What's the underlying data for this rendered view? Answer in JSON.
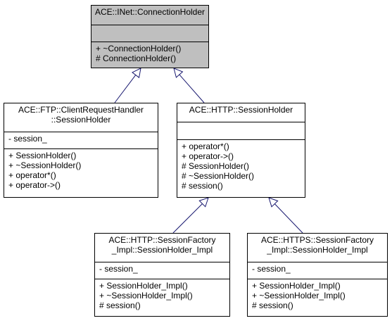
{
  "diagram": {
    "colors": {
      "edge": "#191970",
      "border": "#000000",
      "highlight_fill": "#bfbfbf",
      "box_fill": "#ffffff"
    },
    "classes": {
      "root": {
        "title": [
          "ACE::INet::ConnectionHolder"
        ],
        "attributes": [],
        "methods": [
          "+ ~ConnectionHolder()",
          "# ConnectionHolder()"
        ]
      },
      "ftp_holder": {
        "title": [
          "ACE::FTP::ClientRequestHandler",
          "::SessionHolder"
        ],
        "attributes": [
          "- session_"
        ],
        "methods": [
          "+ SessionHolder()",
          "+ ~SessionHolder()",
          "+ operator*()",
          "+ operator->()"
        ]
      },
      "http_holder": {
        "title": [
          "ACE::HTTP::SessionHolder"
        ],
        "attributes": [],
        "methods": [
          "+ operator*()",
          "+ operator->()",
          "# SessionHolder()",
          "# ~SessionHolder()",
          "# session()"
        ]
      },
      "http_impl": {
        "title": [
          "ACE::HTTP::SessionFactory",
          "_Impl::SessionHolder_Impl"
        ],
        "attributes": [
          "- session_"
        ],
        "methods": [
          "+ SessionHolder_Impl()",
          "+ ~SessionHolder_Impl()",
          "# session()"
        ]
      },
      "https_impl": {
        "title": [
          "ACE::HTTPS::SessionFactory",
          "_Impl::SessionHolder_Impl"
        ],
        "attributes": [
          "- session_"
        ],
        "methods": [
          "+ SessionHolder_Impl()",
          "+ ~SessionHolder_Impl()",
          "# session()"
        ]
      }
    }
  }
}
